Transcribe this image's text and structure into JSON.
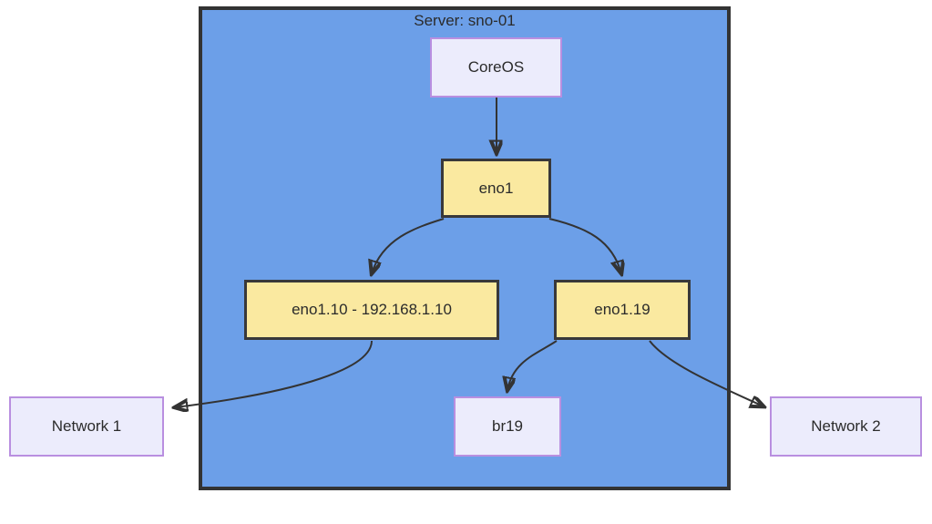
{
  "diagram": {
    "type": "network-topology",
    "container": {
      "label": "Server: sno-01",
      "fill_color": "#6c9fe8",
      "border_color": "#333333"
    },
    "palette": {
      "lavender_fill": "#ececfc",
      "lavender_border": "#b98fe0",
      "yellow_fill": "#fae9a0",
      "yellow_border": "#38383a",
      "edge_color": "#333333",
      "text_color": "#2b2b2b",
      "page_background": "#ffffff"
    },
    "nodes": [
      {
        "id": "coreos",
        "label": "CoreOS",
        "style": "lavender",
        "inside_container": true
      },
      {
        "id": "eno1",
        "label": "eno1",
        "style": "yellow",
        "inside_container": true
      },
      {
        "id": "eno110",
        "label": "eno1.10 - 192.168.1.10",
        "style": "yellow",
        "inside_container": true
      },
      {
        "id": "eno119",
        "label": "eno1.19",
        "style": "yellow",
        "inside_container": true
      },
      {
        "id": "network1",
        "label": "Network 1",
        "style": "lavender",
        "inside_container": false
      },
      {
        "id": "br19",
        "label": "br19",
        "style": "lavender",
        "inside_container": true
      },
      {
        "id": "network2",
        "label": "Network 2",
        "style": "lavender",
        "inside_container": false
      }
    ],
    "edges": [
      {
        "from": "coreos",
        "to": "eno1",
        "shape": "straight",
        "arrow": "end"
      },
      {
        "from": "eno1",
        "to": "eno110",
        "shape": "curved",
        "arrow": "end"
      },
      {
        "from": "eno1",
        "to": "eno119",
        "shape": "curved",
        "arrow": "end"
      },
      {
        "from": "eno110",
        "to": "network1",
        "shape": "curved",
        "arrow": "end"
      },
      {
        "from": "eno119",
        "to": "br19",
        "shape": "curved",
        "arrow": "end"
      },
      {
        "from": "eno119",
        "to": "network2",
        "shape": "curved",
        "arrow": "end"
      }
    ]
  }
}
